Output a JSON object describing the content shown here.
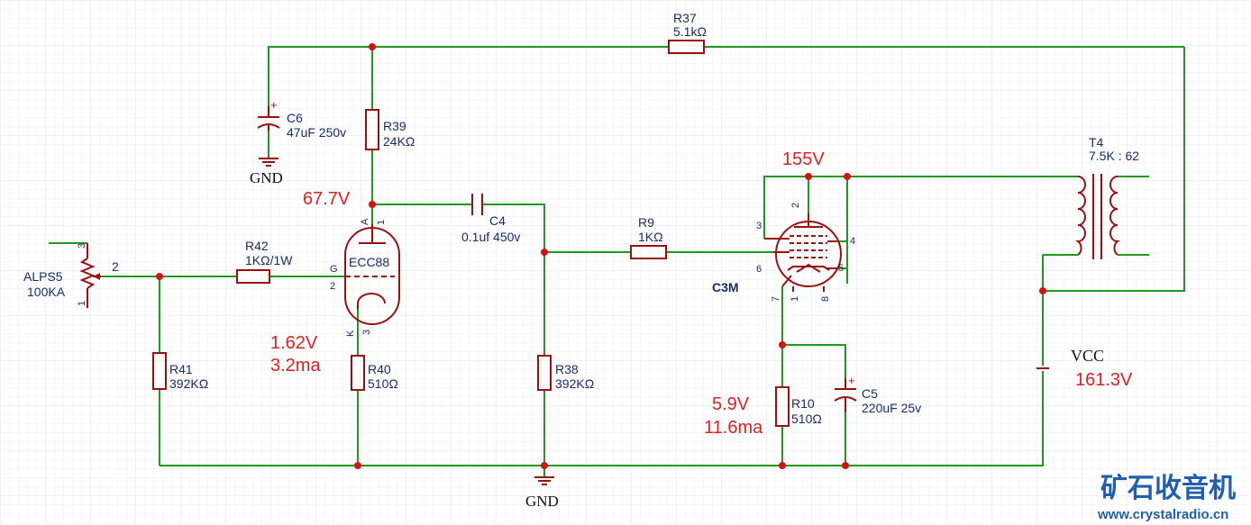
{
  "components": {
    "r37": {
      "ref": "R37",
      "value": "5.1kΩ"
    },
    "c6": {
      "ref": "C6",
      "value": "47uF 250v"
    },
    "r39": {
      "ref": "R39",
      "value": "24KΩ"
    },
    "c4": {
      "ref": "C4",
      "value": "0.1uf 450v"
    },
    "r9": {
      "ref": "R9",
      "value": "1KΩ"
    },
    "r42": {
      "ref": "R42",
      "value": "1KΩ/1W"
    },
    "alps5": {
      "ref": "ALPS5",
      "value": "100KA"
    },
    "r41": {
      "ref": "R41",
      "value": "392KΩ"
    },
    "r40": {
      "ref": "R40",
      "value": "510Ω"
    },
    "r38": {
      "ref": "R38",
      "value": "392KΩ"
    },
    "r10": {
      "ref": "R10",
      "value": "510Ω"
    },
    "c5": {
      "ref": "C5",
      "value": "220uF 25v"
    },
    "t4": {
      "ref": "T4",
      "value": "7.5K : 62"
    },
    "ecc88": {
      "ref": "ECC88"
    },
    "c3m": {
      "ref": "C3M"
    }
  },
  "pins": {
    "pot": [
      "3",
      "2",
      "1"
    ],
    "ecc88": {
      "a": "A",
      "a_num": "1",
      "g": "G",
      "g_num": "2",
      "k": "K",
      "k_num": "3"
    },
    "c3m": [
      "2",
      "3",
      "4",
      "6",
      "5",
      "7",
      "1",
      "8"
    ]
  },
  "net_labels": {
    "gnd": "GND",
    "vcc": "VCC"
  },
  "measurements": {
    "ecc88_plate": "67.7V",
    "ecc88_cathode_v": "1.62V",
    "ecc88_cathode_i": "3.2ma",
    "c3m_plate": "155V",
    "c3m_cathode_v": "5.9V",
    "c3m_cathode_i": "11.6ma",
    "vcc": "161.3V"
  },
  "watermark": {
    "title": "矿石收音机",
    "url": "www.crystalradio.cn"
  },
  "colors": {
    "wire": "#1f9a1f",
    "component": "#9b0f0f",
    "junction": "#d81010",
    "label": "#1a2a6e",
    "measurement": "#e02020",
    "grid": "#e4e8ee",
    "watermark": "#1f5fae"
  }
}
